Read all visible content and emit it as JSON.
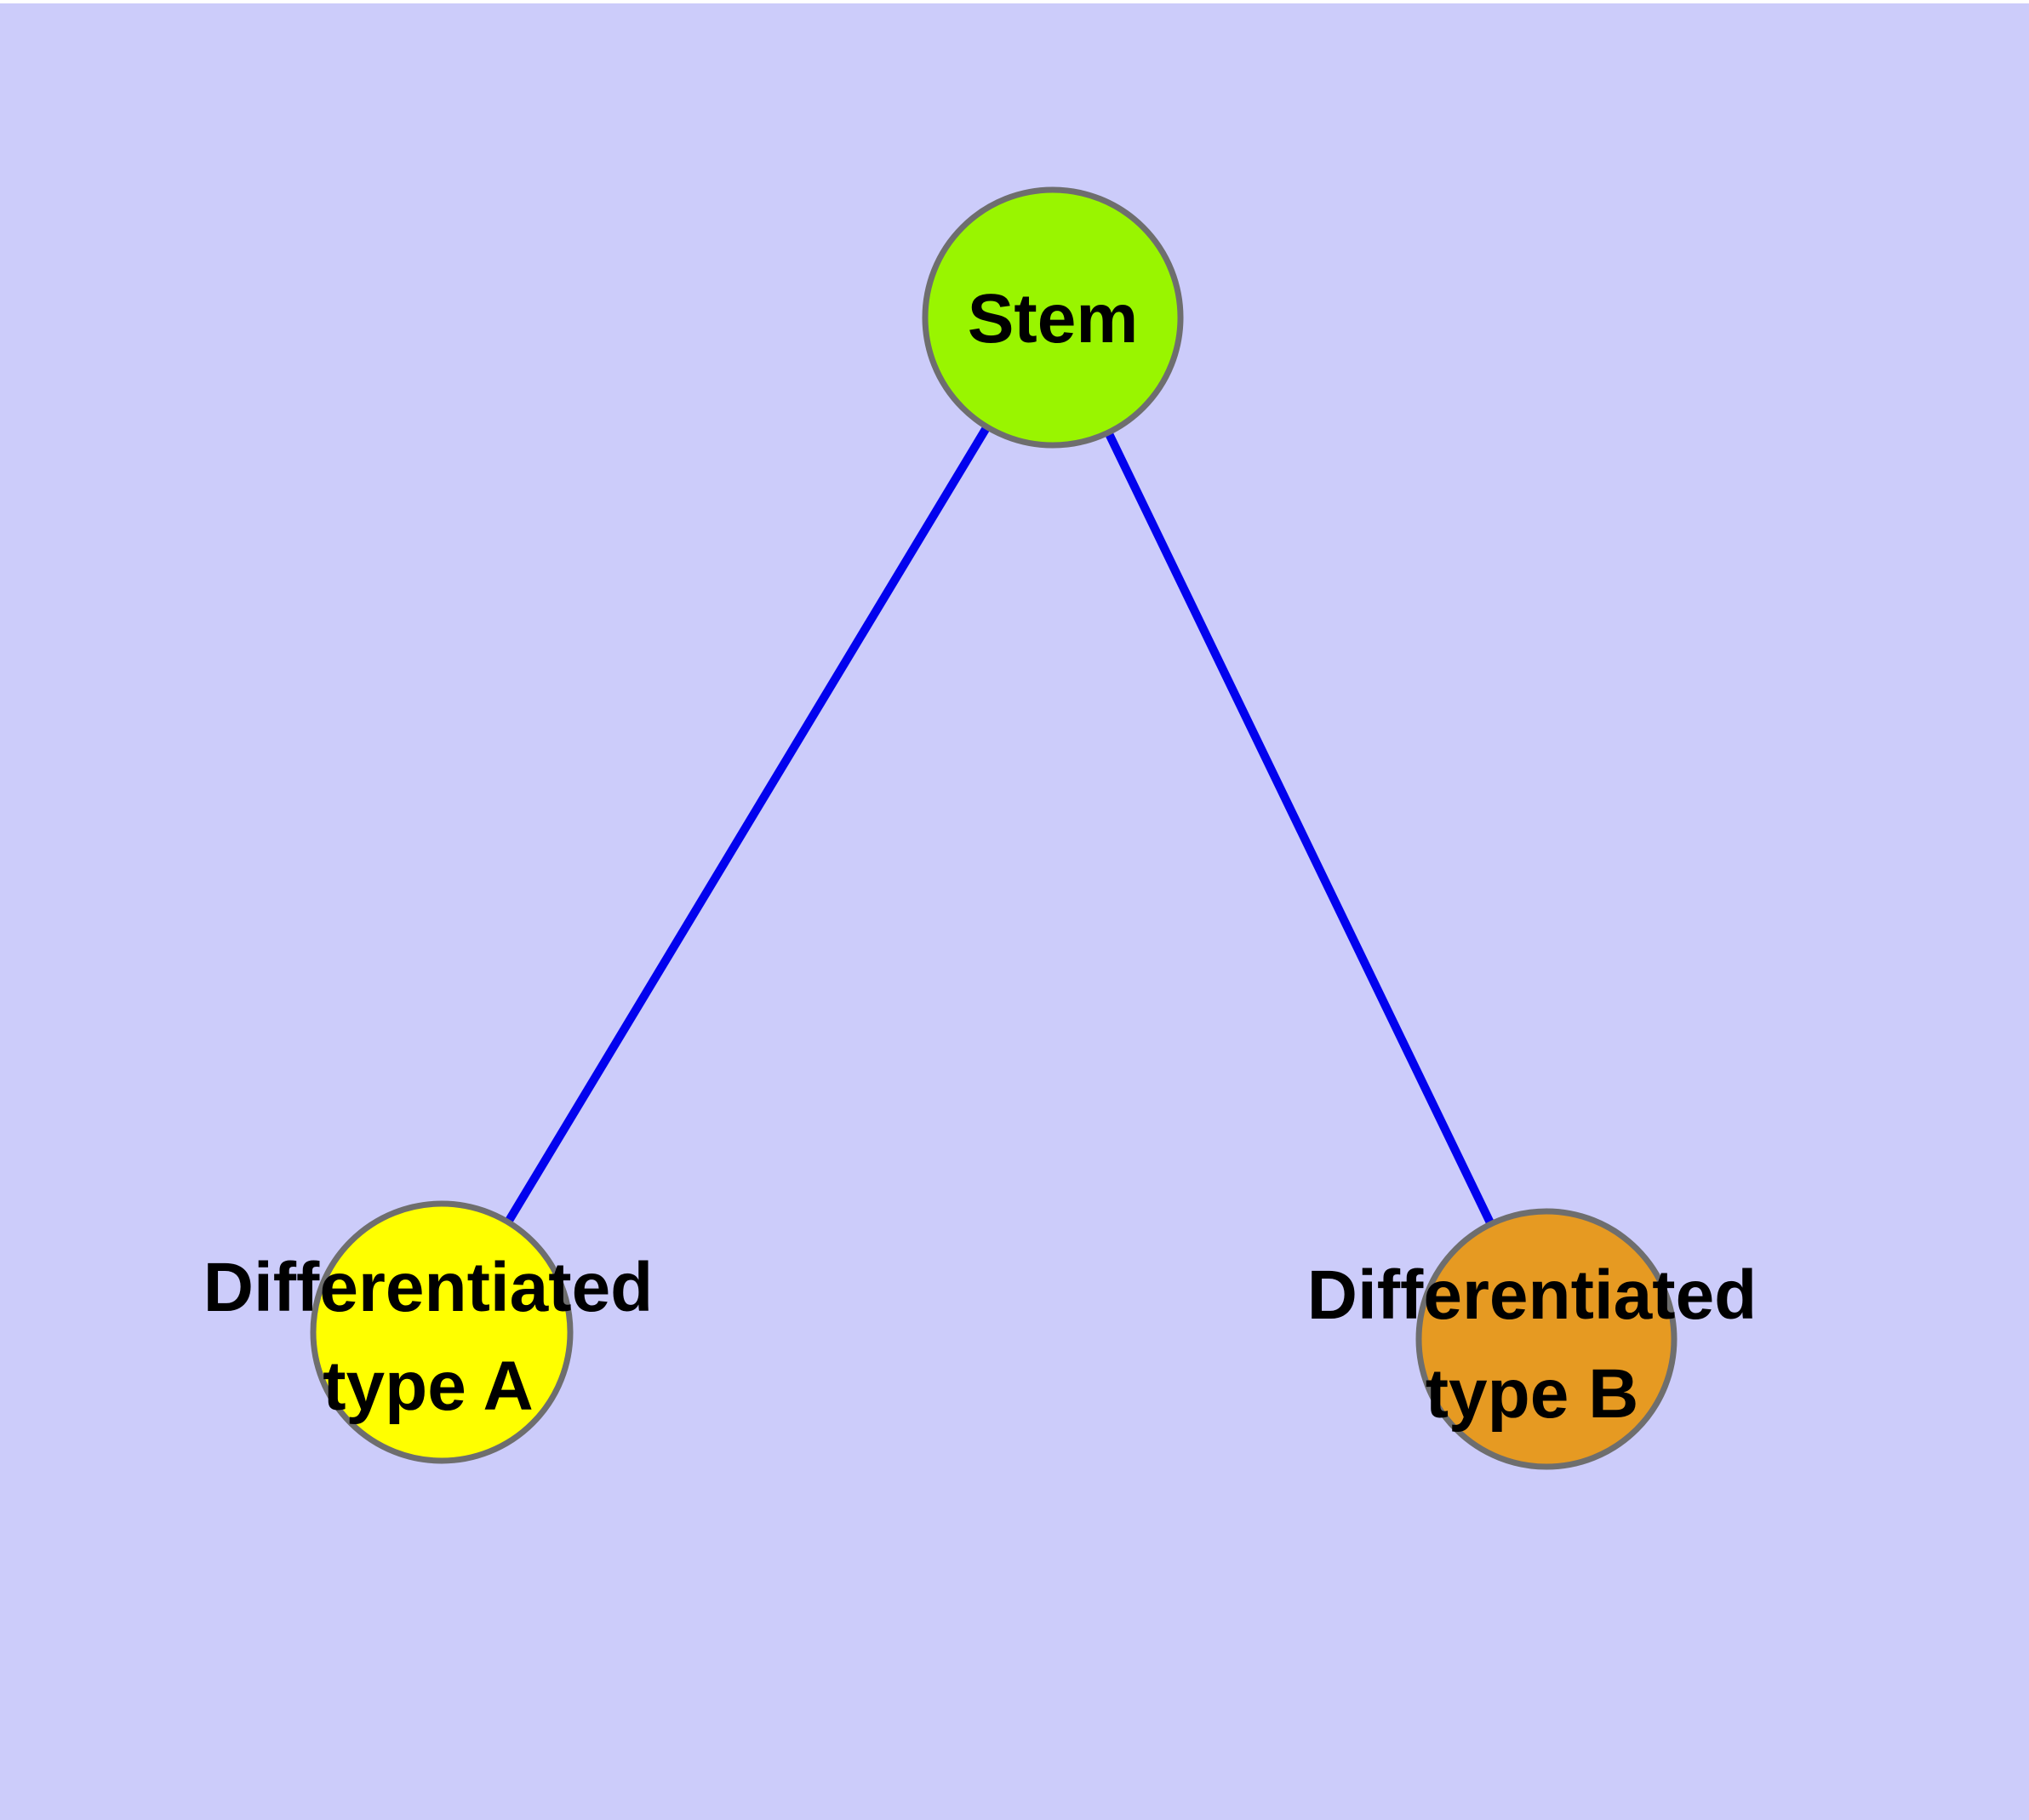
{
  "style": {
    "background": "#CCCCFA",
    "top_border_color": "#FFFFFF",
    "edge_color": "#0202EE",
    "node_border_color": "#6E6E6E",
    "label_color": "#000000"
  },
  "nodes": {
    "stem": {
      "label": "Stem",
      "lines": [
        "Stem"
      ],
      "color": "#99F500"
    },
    "typeA": {
      "label": "Differentiated type A",
      "lines": [
        "Differentiated",
        "type A"
      ],
      "color": "#FFFF00"
    },
    "typeB": {
      "label": "Differentiated type B",
      "lines": [
        "Differentiated",
        "type B"
      ],
      "color": "#E69A22"
    }
  },
  "edges": [
    {
      "from": "Stem",
      "to": "Differentiated type A"
    },
    {
      "from": "Stem",
      "to": "Differentiated type B"
    }
  ]
}
